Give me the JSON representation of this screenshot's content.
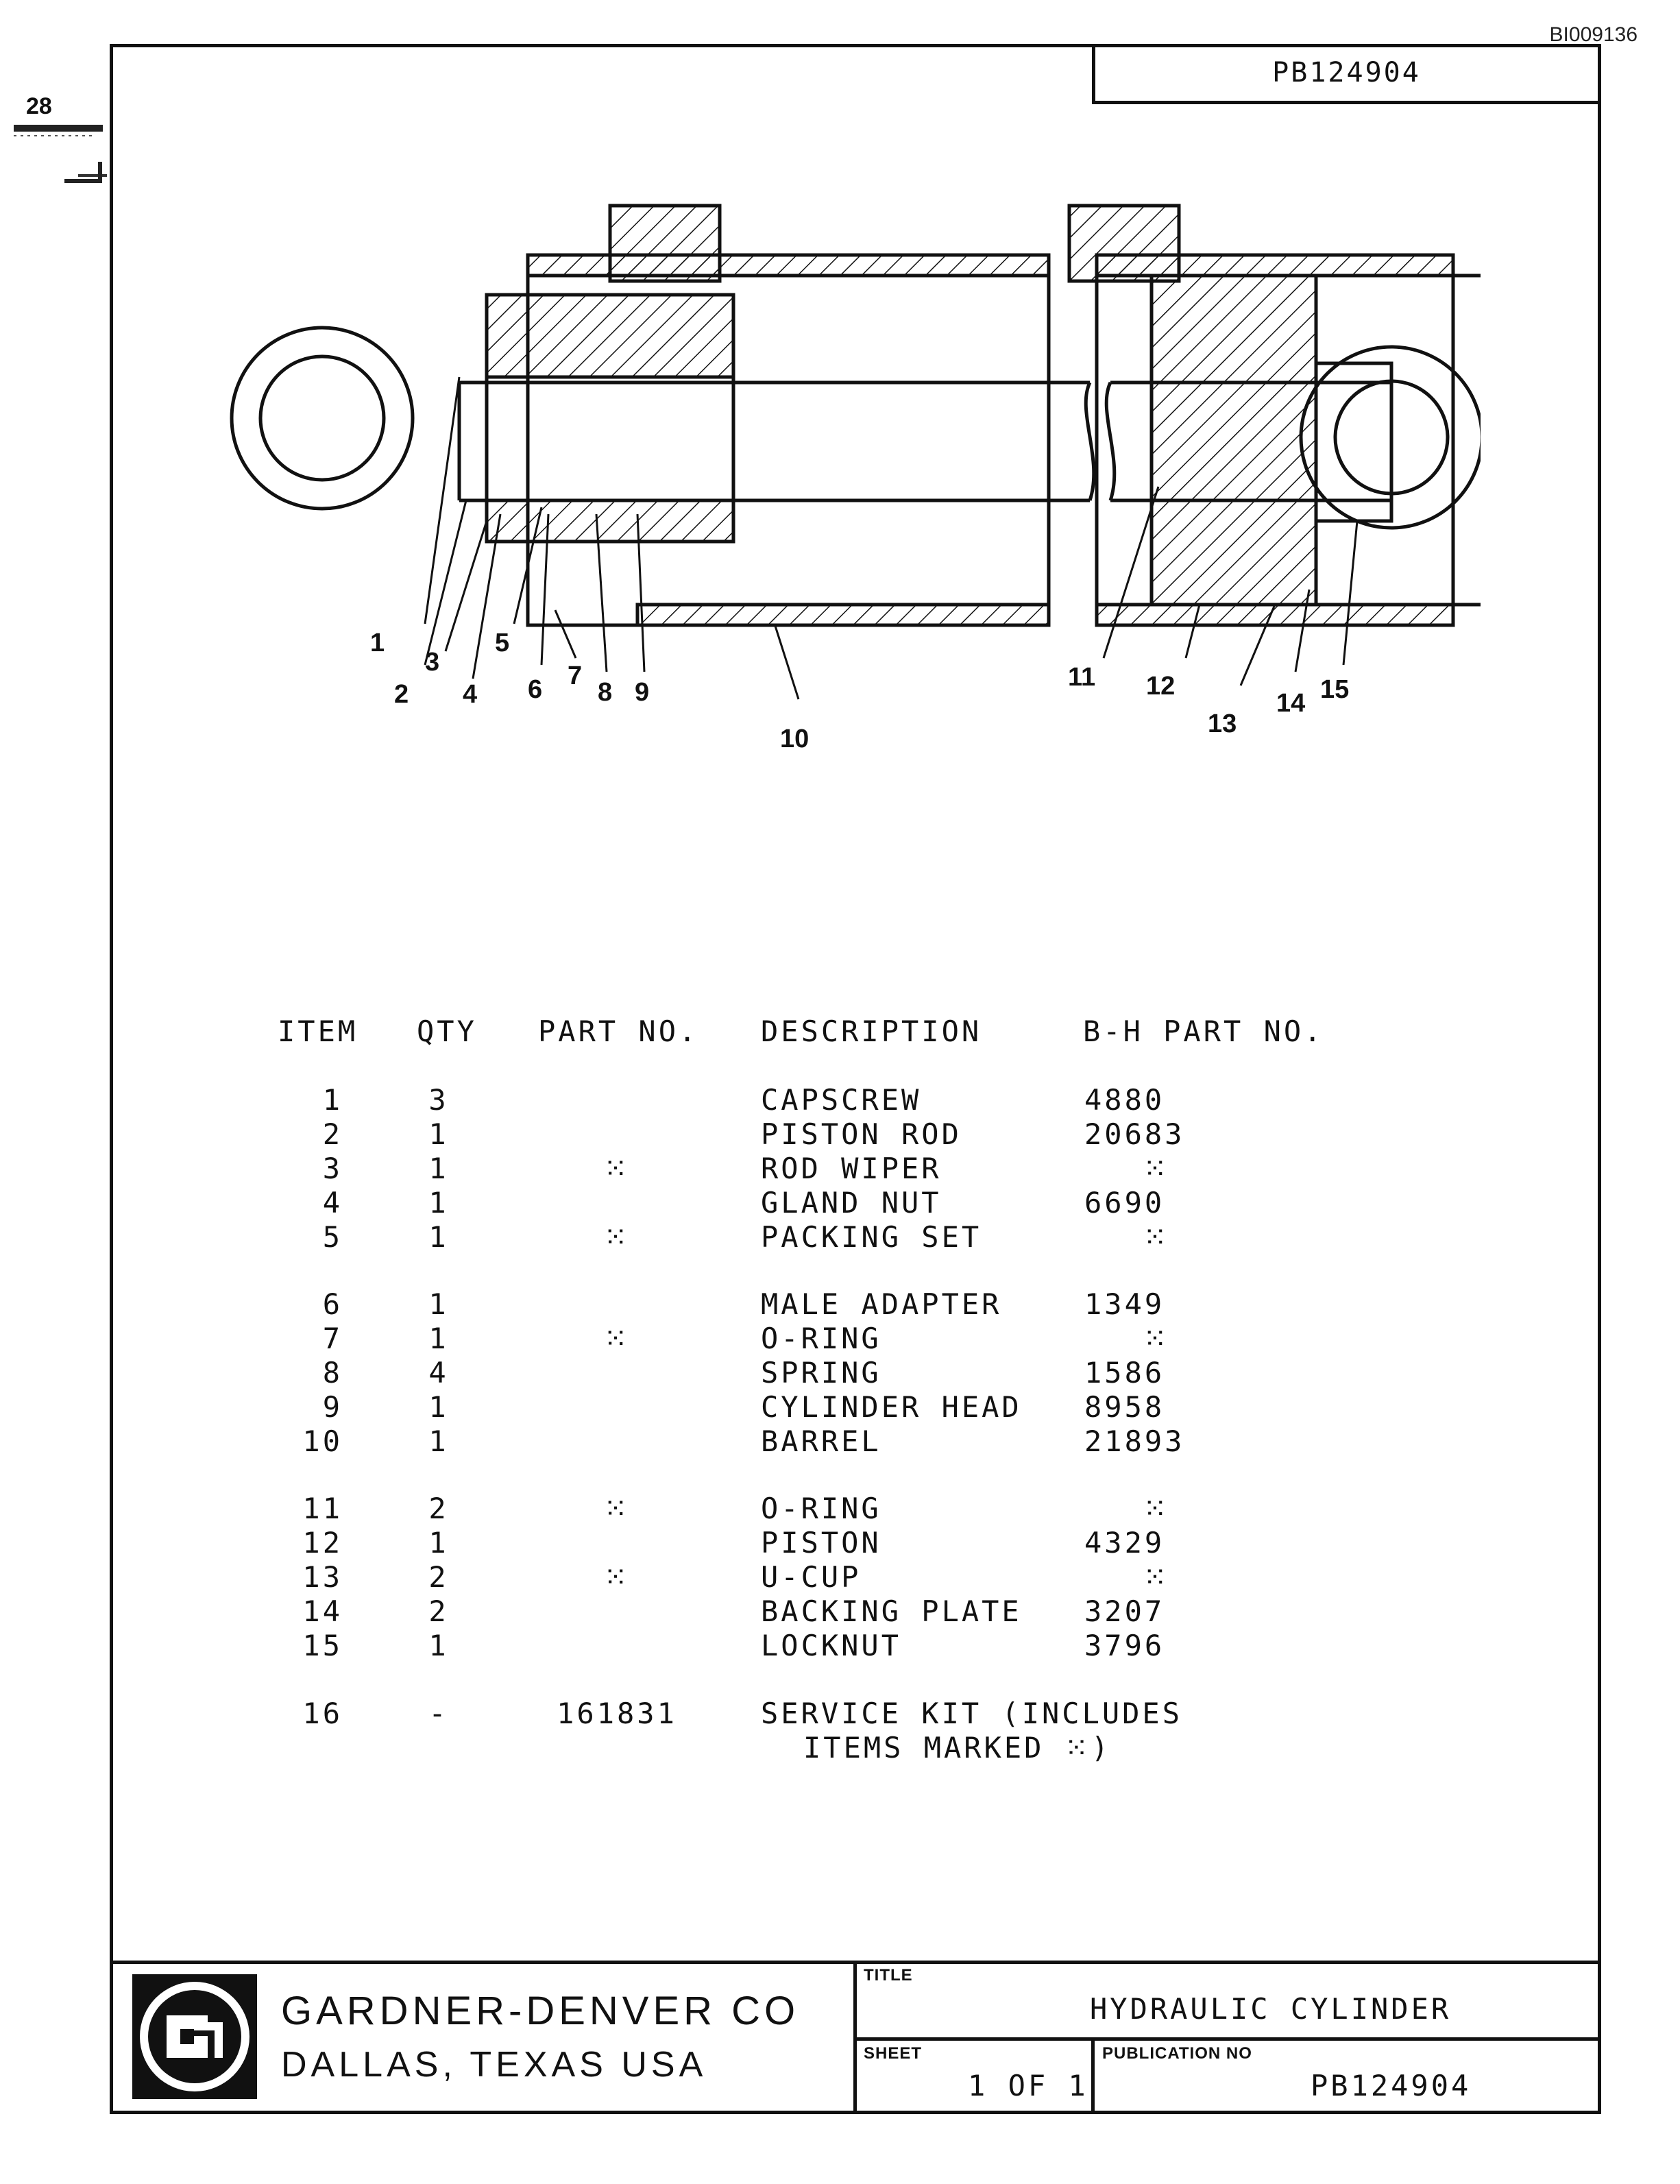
{
  "header": {
    "doc_id": "BI009136",
    "publication_box": "PB124904",
    "margin_mark": "28"
  },
  "drawing": {
    "callouts": [
      "1",
      "2",
      "3",
      "4",
      "5",
      "6",
      "7",
      "8",
      "9",
      "10",
      "11",
      "12",
      "13",
      "14",
      "15"
    ]
  },
  "table": {
    "columns": [
      "ITEM",
      "QTY",
      "PART NO.",
      "DESCRIPTION",
      "B-H PART NO."
    ],
    "rows": [
      {
        "item": "1",
        "qty": "3",
        "part": "",
        "desc": "CAPSCREW",
        "bh": "4880"
      },
      {
        "item": "2",
        "qty": "1",
        "part": "",
        "desc": "PISTON ROD",
        "bh": "20683"
      },
      {
        "item": "3",
        "qty": "1",
        "part": "⁙",
        "desc": "ROD WIPER",
        "bh": "⁙"
      },
      {
        "item": "4",
        "qty": "1",
        "part": "",
        "desc": "GLAND NUT",
        "bh": "6690"
      },
      {
        "item": "5",
        "qty": "1",
        "part": "⁙",
        "desc": "PACKING SET",
        "bh": "⁙"
      },
      {
        "item": "6",
        "qty": "1",
        "part": "",
        "desc": "MALE ADAPTER",
        "bh": "1349"
      },
      {
        "item": "7",
        "qty": "1",
        "part": "⁙",
        "desc": "O-RING",
        "bh": "⁙"
      },
      {
        "item": "8",
        "qty": "4",
        "part": "",
        "desc": "SPRING",
        "bh": "1586"
      },
      {
        "item": "9",
        "qty": "1",
        "part": "",
        "desc": "CYLINDER HEAD",
        "bh": "8958"
      },
      {
        "item": "10",
        "qty": "1",
        "part": "",
        "desc": "BARREL",
        "bh": "21893"
      },
      {
        "item": "11",
        "qty": "2",
        "part": "⁙",
        "desc": "O-RING",
        "bh": "⁙"
      },
      {
        "item": "12",
        "qty": "1",
        "part": "",
        "desc": "PISTON",
        "bh": "4329"
      },
      {
        "item": "13",
        "qty": "2",
        "part": "⁙",
        "desc": "U-CUP",
        "bh": "⁙"
      },
      {
        "item": "14",
        "qty": "2",
        "part": "",
        "desc": "BACKING PLATE",
        "bh": "3207"
      },
      {
        "item": "15",
        "qty": "1",
        "part": "",
        "desc": "LOCKNUT",
        "bh": "3796"
      },
      {
        "item": "16",
        "qty": "-",
        "part": "161831",
        "desc": "SERVICE KIT (INCLUDES",
        "bh": ""
      }
    ],
    "kit_note_line2": "ITEMS MARKED ⁙)"
  },
  "title_block": {
    "company_name": "GARDNER-DENVER CO",
    "company_location": "DALLAS, TEXAS USA",
    "title_label": "TITLE",
    "title_value": "HYDRAULIC CYLINDER",
    "sheet_label": "SHEET",
    "sheet_value": "1 OF 1",
    "publication_label": "PUBLICATION NO",
    "publication_value": "PB124904"
  }
}
